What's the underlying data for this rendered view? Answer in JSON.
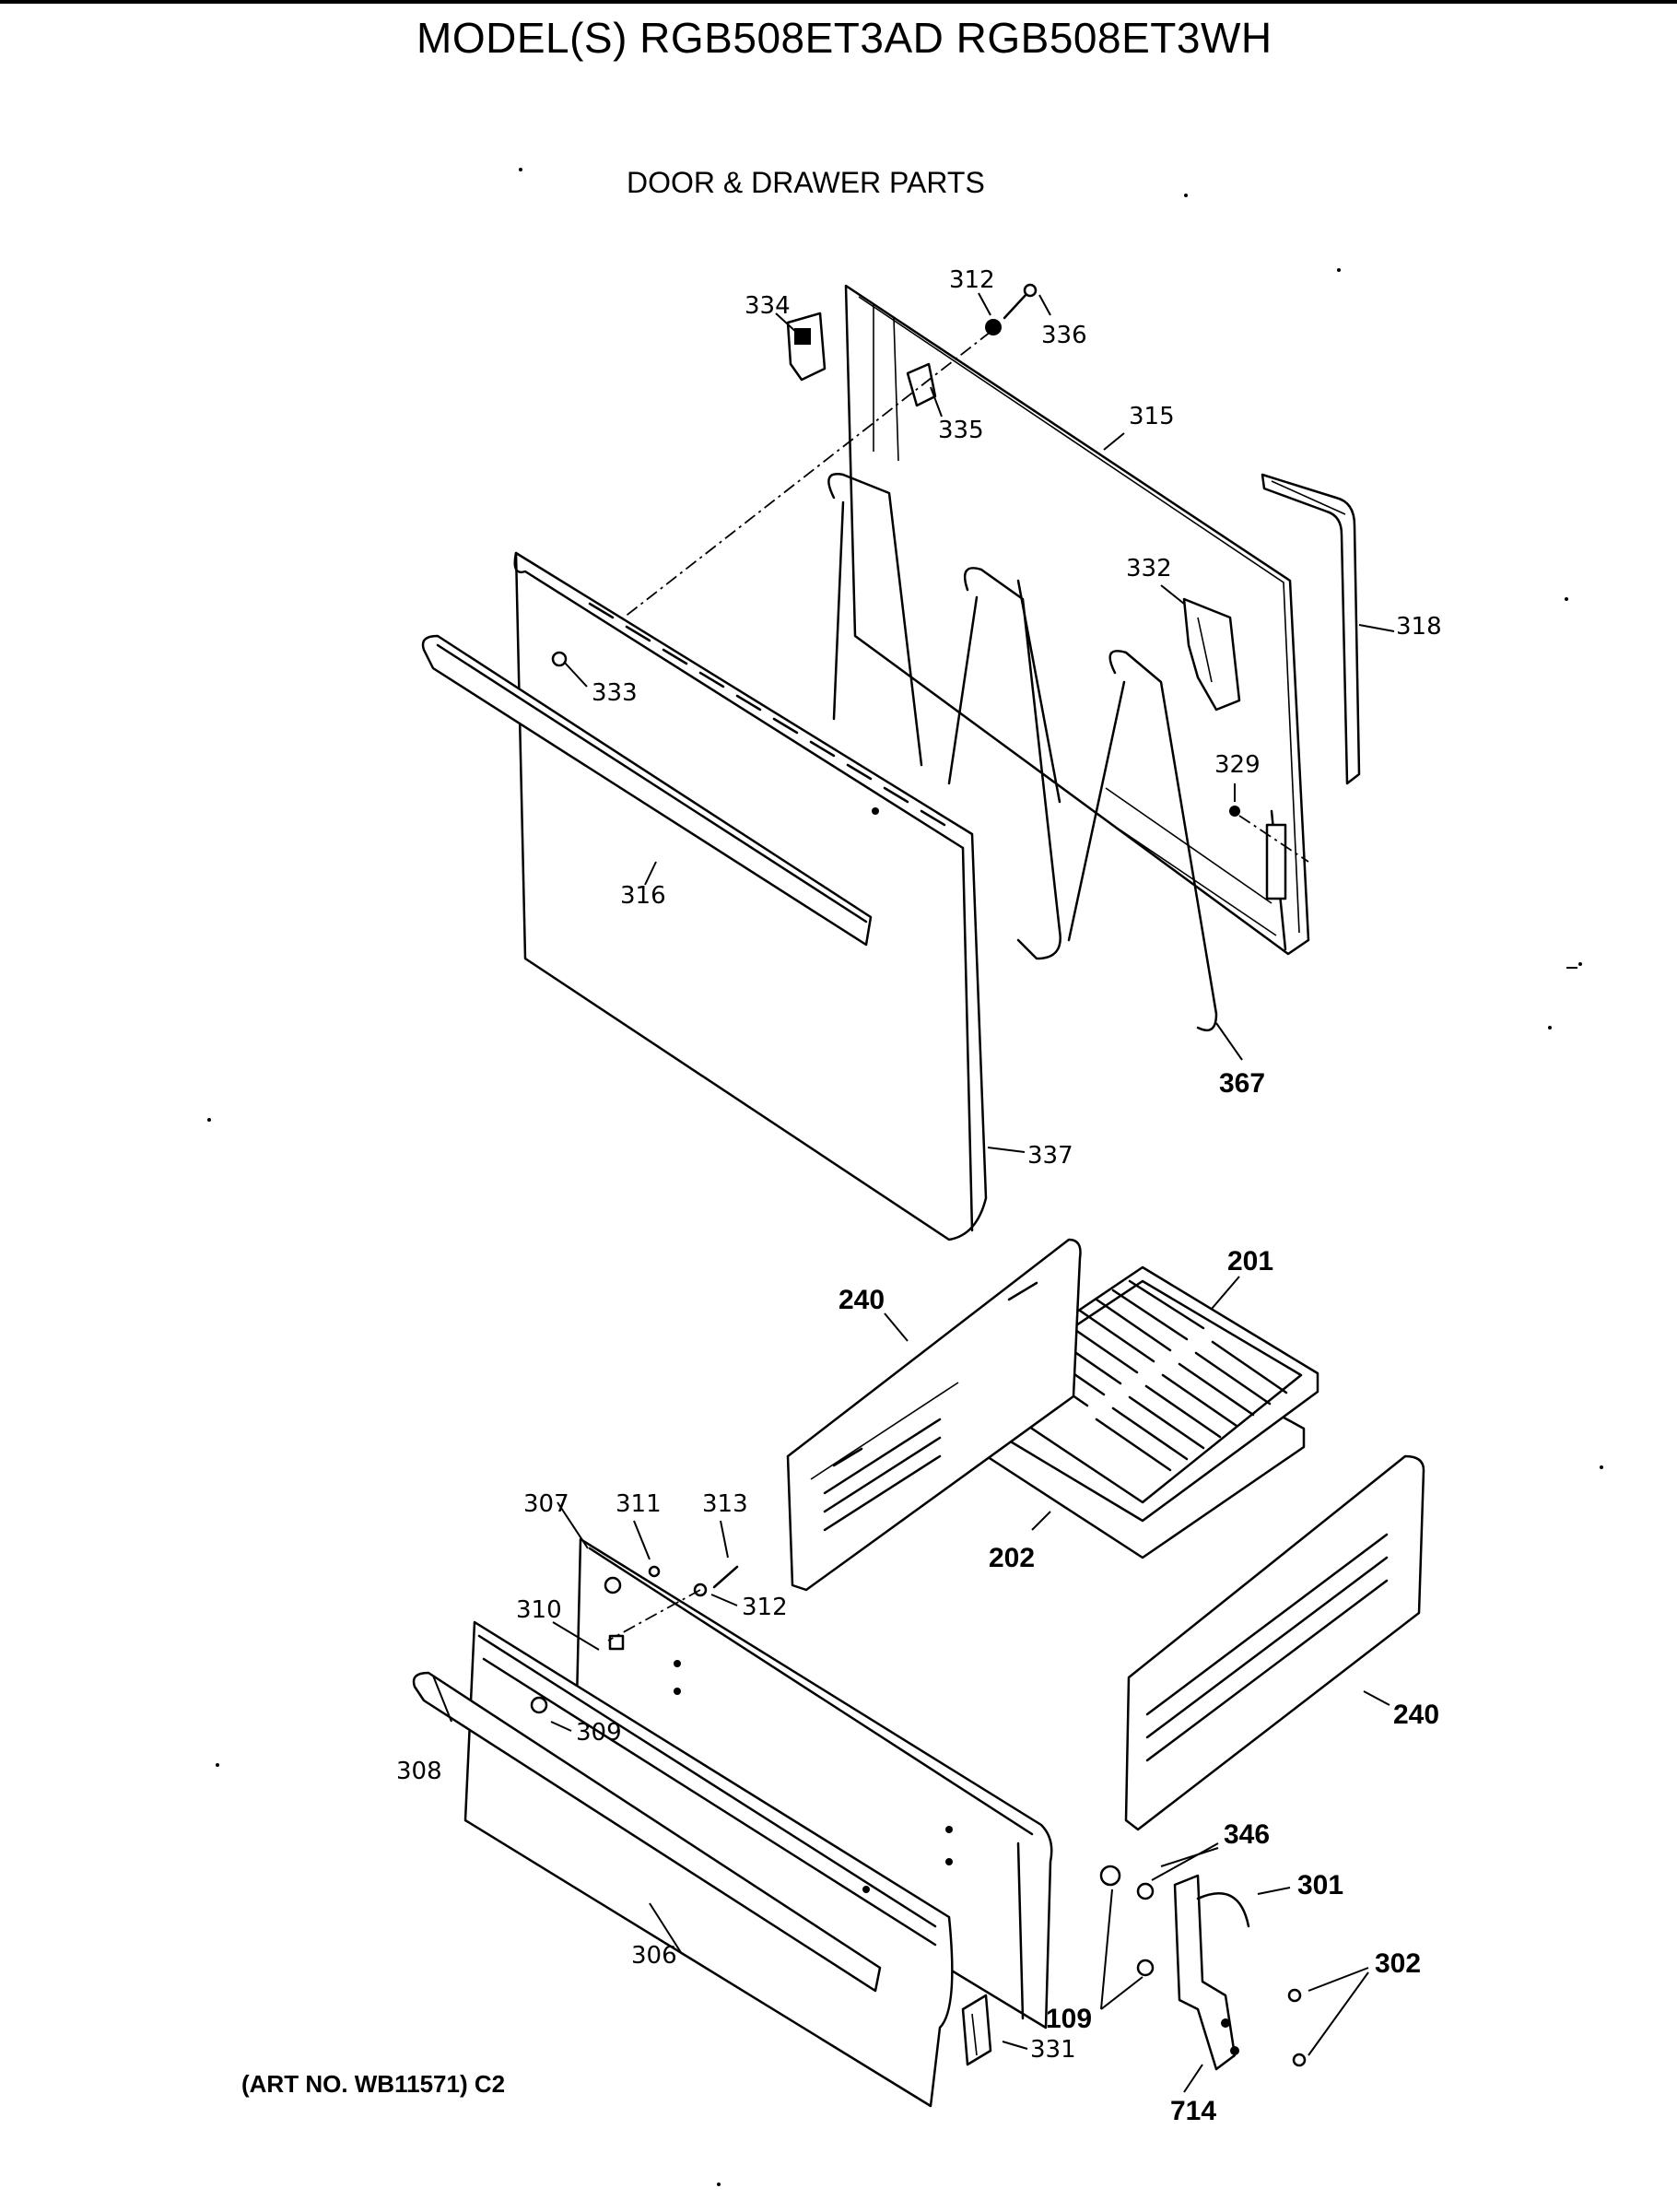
{
  "header": {
    "title": "MODEL(S) RGB508ET3AD  RGB508ET3WH",
    "subtitle": "DOOR & DRAWER PARTS"
  },
  "footer": {
    "art_number": "(ART NO. WB11571) C2"
  },
  "callouts": {
    "c334": "334",
    "c312a": "312",
    "c336": "336",
    "c335": "335",
    "c315": "315",
    "c318": "318",
    "c332": "332",
    "c333": "333",
    "c316": "316",
    "c329": "329",
    "c367": "367",
    "c337": "337",
    "c201": "201",
    "c240a": "240",
    "c202": "202",
    "c240b": "240",
    "c307": "307",
    "c311": "311",
    "c313": "313",
    "c312b": "312",
    "c310": "310",
    "c309": "309",
    "c308": "308",
    "c306": "306",
    "c346": "346",
    "c301": "301",
    "c302": "302",
    "c109": "109",
    "c331": "331",
    "c714": "714"
  }
}
